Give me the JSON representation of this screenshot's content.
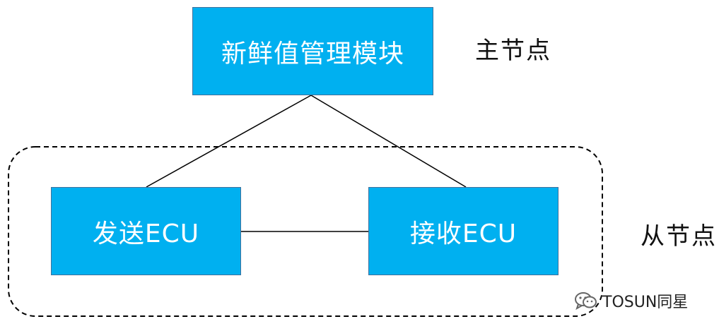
{
  "nodes": {
    "master": {
      "label": "新鲜值管理模块"
    },
    "sender": {
      "label": "发送ECU"
    },
    "receiver": {
      "label": "接收ECU"
    }
  },
  "roles": {
    "master": "主节点",
    "slave": "从节点"
  },
  "watermark": {
    "text": "TOSUN同星",
    "icon": "wechat-icon"
  },
  "colors": {
    "box_fill": "#00b0f0",
    "box_border": "#41719c",
    "line": "#000000"
  }
}
